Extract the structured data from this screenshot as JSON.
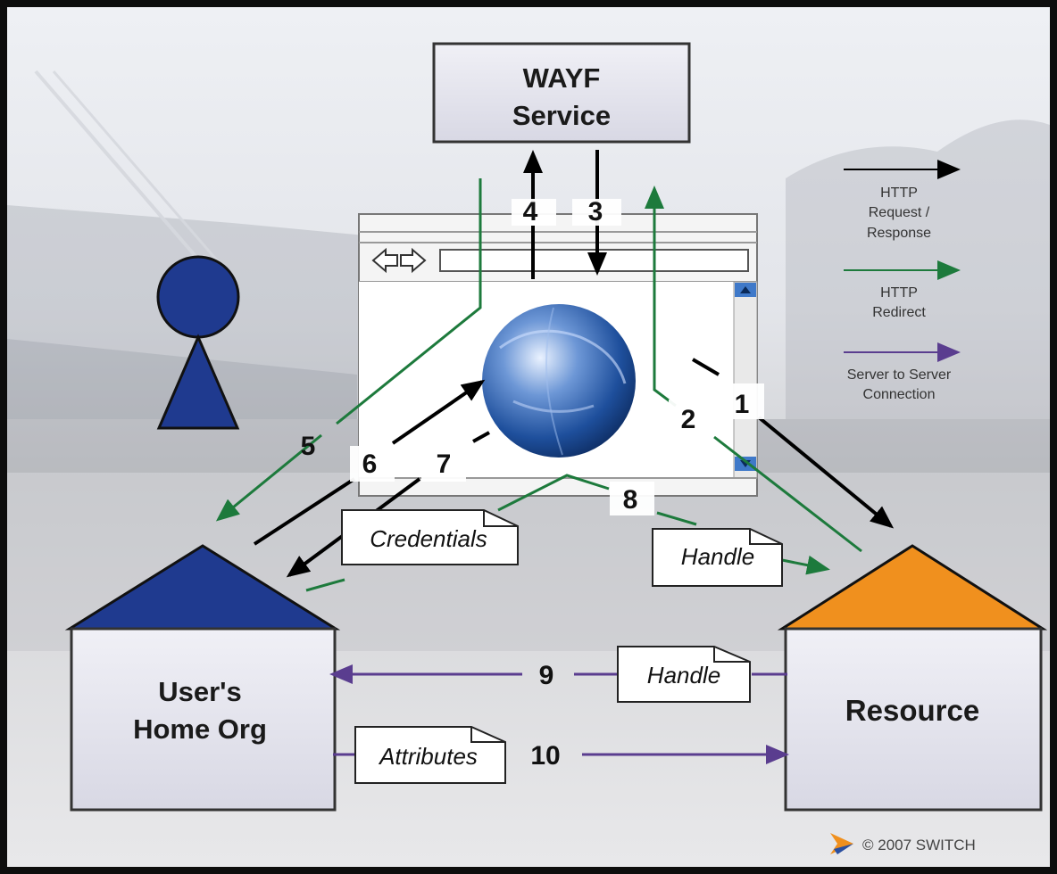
{
  "wayf": {
    "line1": "WAYF",
    "line2": "Service"
  },
  "home_org": {
    "line1": "User's",
    "line2": "Home Org"
  },
  "resource": {
    "label": "Resource"
  },
  "notes": {
    "credentials": "Credentials",
    "handle_browser": "Handle",
    "handle_server": "Handle",
    "attributes": "Attributes"
  },
  "steps": [
    "1",
    "2",
    "3",
    "4",
    "5",
    "6",
    "7",
    "8",
    "9",
    "10"
  ],
  "legend": {
    "http_line1": "HTTP",
    "http_line2": "Request /",
    "http_line3": "Response",
    "redirect_line1": "HTTP",
    "redirect_line2": "Redirect",
    "server_line1": "Server to Server",
    "server_line2": "Connection"
  },
  "copyright": "© 2007 SWITCH",
  "colors": {
    "http": "#000000",
    "redirect": "#1d7a3c",
    "server": "#5a3d8f",
    "user_figure": "#1f3a8f",
    "home_roof": "#1f3a8f",
    "resource_roof": "#f0901e",
    "box_fill": "#e6e6ef"
  }
}
